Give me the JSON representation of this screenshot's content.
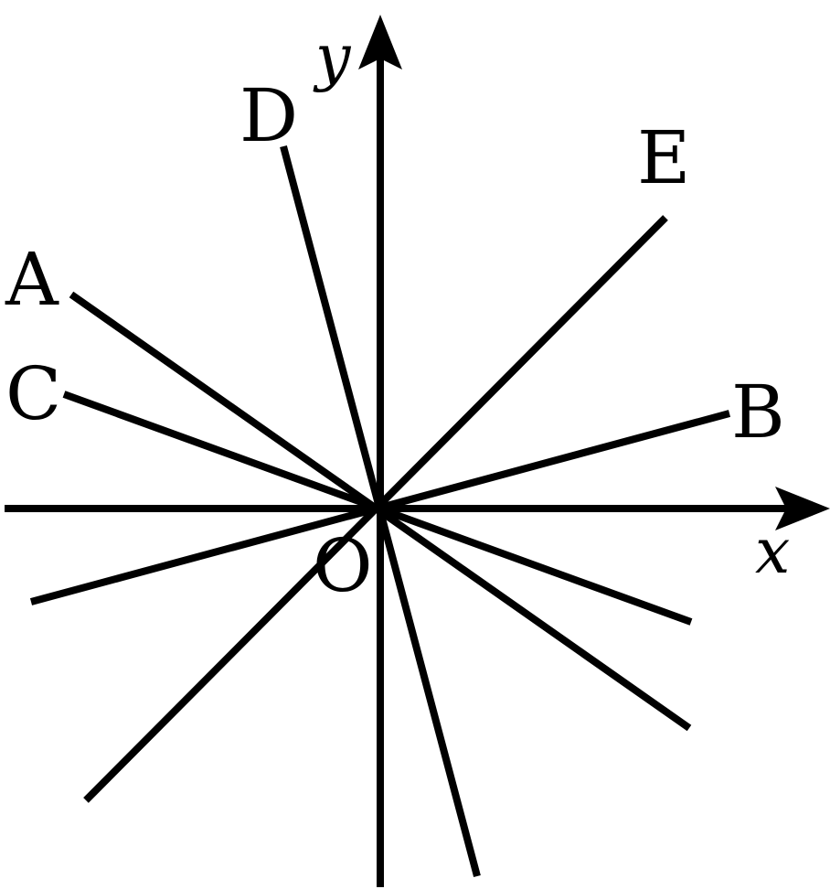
{
  "diagram": {
    "axes": {
      "x_label": "x",
      "y_label": "y",
      "origin_label": "O"
    },
    "lines": [
      {
        "label": "A"
      },
      {
        "label": "B"
      },
      {
        "label": "C"
      },
      {
        "label": "D"
      },
      {
        "label": "E"
      }
    ],
    "colors": {
      "ink": "#000000",
      "background": "#ffffff"
    }
  }
}
